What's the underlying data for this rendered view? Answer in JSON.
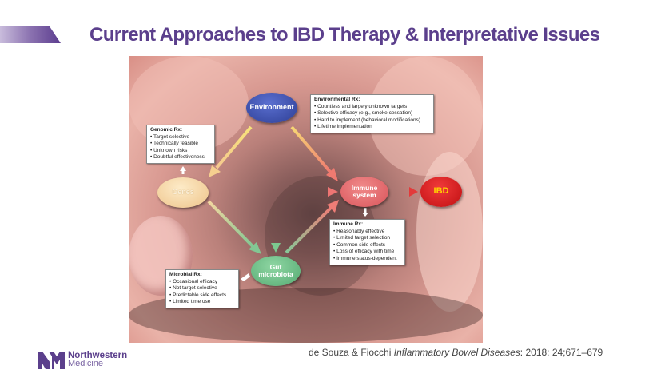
{
  "slide": {
    "title": "Current Approaches to IBD Therapy & Interpretative Issues",
    "accent_color": "#5b3f8c"
  },
  "diagram": {
    "nodes": {
      "environment": {
        "label": "Environment",
        "color": "#3b4fa8"
      },
      "genes": {
        "label": "Genes",
        "color": "#f5d9a8"
      },
      "immune": {
        "label_line1": "Immune",
        "label_line2": "system",
        "color": "#e8676a"
      },
      "ibd": {
        "label": "IBD",
        "color": "#d81c1c",
        "text_color": "#ffd200"
      },
      "gut": {
        "label_line1": "Gut",
        "label_line2": "microbiota",
        "color": "#6cbf87"
      }
    },
    "boxes": {
      "environmental": {
        "heading": "Environmental Rx:",
        "items": [
          "Countless and largely unknown targets",
          "Selective efficacy (e.g., smoke cessation)",
          "Hard to implement (behavioral modifications)",
          "Lifetime implementation"
        ]
      },
      "genomic": {
        "heading": "Genomic Rx:",
        "items": [
          "Target selective",
          "Technically feasible",
          "Unknown risks",
          "Doubtful effectiveness"
        ]
      },
      "immune": {
        "heading": "Immune Rx:",
        "items": [
          "Reasonably effective",
          "Limited target selection",
          "Common side effects",
          "Loss of efficacy with time",
          "Immune status-dependent"
        ]
      },
      "microbial": {
        "heading": "Microbial Rx:",
        "items": [
          "Occasional efficacy",
          "Not target selective",
          "Predictable side effects",
          "Limited time use"
        ]
      }
    }
  },
  "footer": {
    "logo_line1": "Northwestern",
    "logo_line2": "Medicine",
    "citation_authors": "de Souza & Fiocchi ",
    "citation_journal": "Inflammatory Bowel Diseases",
    "citation_details": ": 2018: 24;671–679"
  }
}
